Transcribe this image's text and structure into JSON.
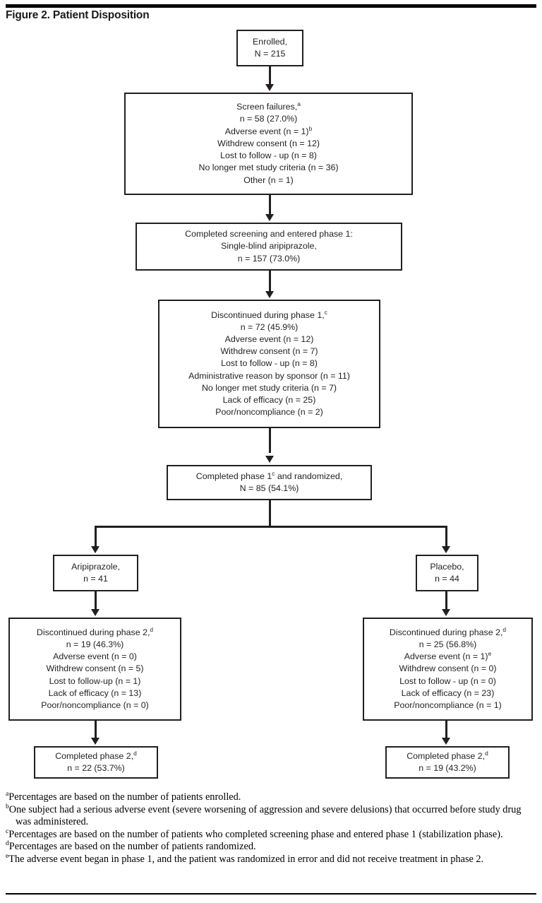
{
  "figure": {
    "title": "Figure 2. Patient Disposition"
  },
  "flow": {
    "nodes": [
      {
        "id": "enrolled",
        "name": "node-enrolled",
        "lines": [
          {
            "text": "Enrolled,",
            "sup": ""
          },
          {
            "text": "N = 215",
            "sup": ""
          }
        ]
      },
      {
        "id": "screen-failures",
        "name": "node-screen-failures",
        "lines": [
          {
            "text": "Screen  failures,",
            "sup": "a"
          },
          {
            "text": "n = 58 (27.0%)",
            "sup": ""
          },
          {
            "text": "Adverse event (n = 1)",
            "sup": "b"
          },
          {
            "text": "Withdrew consent (n = 12)",
            "sup": ""
          },
          {
            "text": "Lost to follow - up (n = 8)",
            "sup": ""
          },
          {
            "text": "No longer met study criteria (n = 36)",
            "sup": ""
          },
          {
            "text": "Other (n = 1)",
            "sup": ""
          }
        ]
      },
      {
        "id": "completed-screening",
        "name": "node-completed-screening-phase1",
        "lines": [
          {
            "text": "Completed screening and entered phase 1:",
            "sup": ""
          },
          {
            "text": "Single-blind aripiprazole,",
            "sup": ""
          },
          {
            "text": "n = 157 (73.0%)",
            "sup": ""
          }
        ]
      },
      {
        "id": "disc-phase1",
        "name": "node-discontinued-phase1",
        "lines": [
          {
            "text": "Discontinued during phase 1,",
            "sup": "c"
          },
          {
            "text": "n = 72 (45.9%)",
            "sup": ""
          },
          {
            "text": "Adverse event (n = 12)",
            "sup": ""
          },
          {
            "text": "Withdrew consent (n = 7)",
            "sup": ""
          },
          {
            "text": "Lost to follow - up (n = 8)",
            "sup": ""
          },
          {
            "text": "Administrative reason by sponsor (n = 11)",
            "sup": ""
          },
          {
            "text": "No longer met study criteria (n = 7)",
            "sup": ""
          },
          {
            "text": "Lack of efficacy (n = 25)",
            "sup": ""
          },
          {
            "text": "Poor/noncompliance (n = 2)",
            "sup": ""
          }
        ]
      },
      {
        "id": "completed-phase1",
        "name": "node-completed-phase1-randomized",
        "lines": [
          {
            "text": "Completed phase 1",
            "sup": "c",
            "tail": " and randomized,"
          },
          {
            "text": "N = 85 (54.1%)",
            "sup": ""
          }
        ]
      },
      {
        "id": "arm-aripiprazole",
        "name": "node-arm-aripiprazole",
        "lines": [
          {
            "text": "Aripiprazole,",
            "sup": ""
          },
          {
            "text": "n = 41",
            "sup": ""
          }
        ]
      },
      {
        "id": "arm-placebo",
        "name": "node-arm-placebo",
        "lines": [
          {
            "text": "Placebo,",
            "sup": ""
          },
          {
            "text": "n = 44",
            "sup": ""
          }
        ]
      },
      {
        "id": "disc-phase2-left",
        "name": "node-discontinued-phase2-aripiprazole",
        "lines": [
          {
            "text": "Discontinued during phase 2,",
            "sup": "d"
          },
          {
            "text": "n = 19 (46.3%)",
            "sup": ""
          },
          {
            "text": "Adverse event (n = 0)",
            "sup": ""
          },
          {
            "text": "Withdrew consent (n = 5)",
            "sup": ""
          },
          {
            "text": "Lost to follow-up (n = 1)",
            "sup": ""
          },
          {
            "text": "Lack of efficacy (n = 13)",
            "sup": ""
          },
          {
            "text": "Poor/noncompliance (n = 0)",
            "sup": ""
          }
        ]
      },
      {
        "id": "disc-phase2-right",
        "name": "node-discontinued-phase2-placebo",
        "lines": [
          {
            "text": "Discontinued during phase 2,",
            "sup": "d"
          },
          {
            "text": "n = 25 (56.8%)",
            "sup": ""
          },
          {
            "text": "Adverse event (n = 1)",
            "sup": "e"
          },
          {
            "text": "Withdrew consent (n = 0)",
            "sup": ""
          },
          {
            "text": "Lost to follow - up (n = 0)",
            "sup": ""
          },
          {
            "text": "Lack of efficacy (n = 23)",
            "sup": ""
          },
          {
            "text": "Poor/noncompliance (n = 1)",
            "sup": ""
          }
        ]
      },
      {
        "id": "completed-phase2-left",
        "name": "node-completed-phase2-aripiprazole",
        "lines": [
          {
            "text": "Completed phase 2,",
            "sup": "d"
          },
          {
            "text": "n = 22 (53.7%)",
            "sup": ""
          }
        ]
      },
      {
        "id": "completed-phase2-right",
        "name": "node-completed-phase2-placebo",
        "lines": [
          {
            "text": "Completed phase 2,",
            "sup": "d"
          },
          {
            "text": "n = 19 (43.2%)",
            "sup": ""
          }
        ]
      }
    ]
  },
  "footnotes": [
    {
      "marker": "a",
      "text": "Percentages are based on the number of patients enrolled."
    },
    {
      "marker": "b",
      "text": "One subject had a serious adverse event (severe worsening of aggression and severe delusions) that occurred before study drug was administered."
    },
    {
      "marker": "c",
      "text": "Percentages are based on the number of patients who completed screening phase and entered phase 1 (stabilization phase)."
    },
    {
      "marker": "d",
      "text": "Percentages are based on the number of patients randomized."
    },
    {
      "marker": "e",
      "text": "The adverse event began in phase 1, and the patient was randomized in error and did not receive treatment in phase 2."
    }
  ],
  "colors": {
    "rule": "#000000",
    "box_border": "#231f20",
    "text": "#231f20",
    "background": "#ffffff"
  }
}
